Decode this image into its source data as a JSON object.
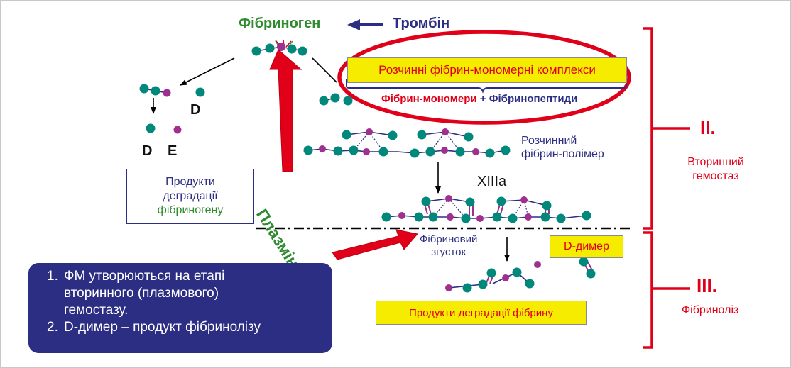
{
  "labels": {
    "fibrinogen": "Фібриноген",
    "thrombin": "Тромбін",
    "complexes": "Розчинні фібрин-мономерні комплекси",
    "monomers": "Фібрин-мономери",
    "plus": " + ",
    "peptides": "Фібринопептиди",
    "d_top": "D",
    "d_bottom": "D",
    "e_bottom": "E",
    "soluble_polymer_1": "Розчинний",
    "soluble_polymer_2": "фібрин-полімер",
    "factor": "XIIIa",
    "plasmin": "Плазмін",
    "fdp_1": "Продукти",
    "fdp_2": "деградації",
    "fdp_3": "фібриногену",
    "clot_1": "Фібриновий",
    "clot_2": "згусток",
    "d_dimer": "D-димер",
    "fibrin_products": "Продукти деградації фібрину",
    "stage2": "II.",
    "stage2_name_1": "Вторинний",
    "stage2_name_2": "гемостаз",
    "stage3": "III.",
    "stage3_name": "Фібриноліз"
  },
  "notes": [
    {
      "num": "1.",
      "text": "ФМ утворюються на етапі вторинного (плазмового) гемостазу."
    },
    {
      "num": "2.",
      "text": "D-димер – продукт фібринолізу"
    }
  ],
  "colors": {
    "navy": "#2c2e83",
    "green_text": "#2e8b2e",
    "red": "#e0001a",
    "teal": "#00897b",
    "magenta": "#a0308f",
    "yellow": "#f5ec00"
  }
}
